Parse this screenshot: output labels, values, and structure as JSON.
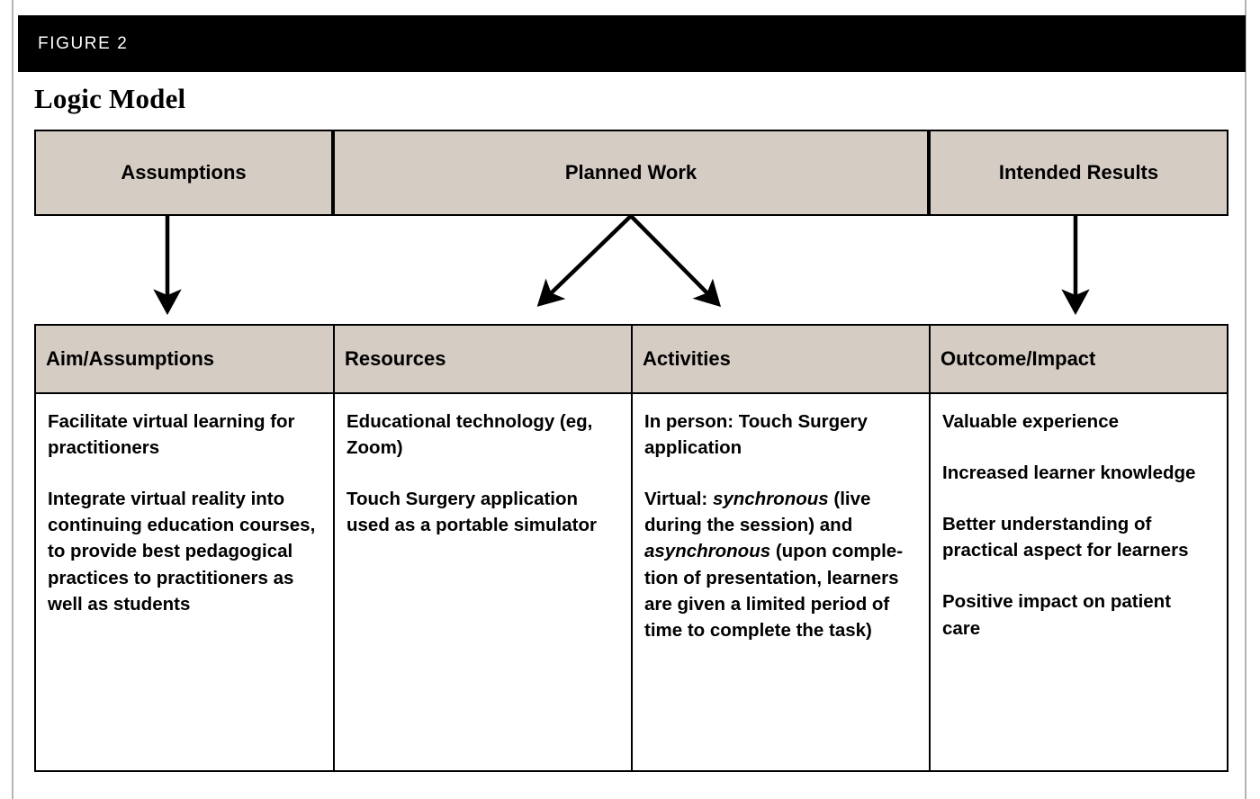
{
  "figure": {
    "banner_label": "FIGURE 2",
    "title": "Logic Model"
  },
  "colors": {
    "banner_background": "#000000",
    "banner_text": "#ffffff",
    "header_fill": "#d5ccc4",
    "border": "#000000",
    "page_rule": "#b4b4b4",
    "body_text": "#000000"
  },
  "stage_row": {
    "assumptions": "Assumptions",
    "planned_work": "Planned Work",
    "intended_results": "Intended Results"
  },
  "arrows": [
    {
      "name": "assumptions-to-aim",
      "from": "Assumptions",
      "to": "Aim/Assumptions",
      "kind": "straight-down"
    },
    {
      "name": "planned-work-to-resources",
      "from": "Planned Work",
      "to": "Resources",
      "kind": "diagonal-left"
    },
    {
      "name": "planned-work-to-activities",
      "from": "Planned Work",
      "to": "Activities",
      "kind": "diagonal-right"
    },
    {
      "name": "intended-results-to-outcome",
      "from": "Intended Results",
      "to": "Outcome/Impact",
      "kind": "straight-down"
    }
  ],
  "matrix": {
    "columns": [
      {
        "header": "Aim/Assumptions",
        "paragraphs": [
          {
            "html": "Facilitate virtual learn&shy;ing for practitioners"
          },
          {
            "html": "Integrate virtual re&shy;ality into continuing education courses, to provide best peda&shy;gogical practices to practitioners as well as students"
          }
        ]
      },
      {
        "header": "Resources",
        "paragraphs": [
          {
            "html": "Educational technology (eg, Zoom)"
          },
          {
            "html": "Touch Surgery applica&shy;tion used as a portable simulator"
          }
        ]
      },
      {
        "header": "Activities",
        "paragraphs": [
          {
            "html": "In person: Touch Surgery application"
          },
          {
            "html": "Virtual: <em>synchronous</em> (live during the ses&shy;sion) and <em>asynchro&shy;nous</em> (upon comple&shy;tion of presentation, learners are given a limited period of time to complete the task)"
          }
        ]
      },
      {
        "header": "Outcome/Impact",
        "paragraphs": [
          {
            "html": "Valuable experience"
          },
          {
            "html": "Increased learner knowledge"
          },
          {
            "html": "Better understanding of practical aspect for learners"
          },
          {
            "html": "Positive impact on patient care"
          }
        ]
      }
    ]
  }
}
